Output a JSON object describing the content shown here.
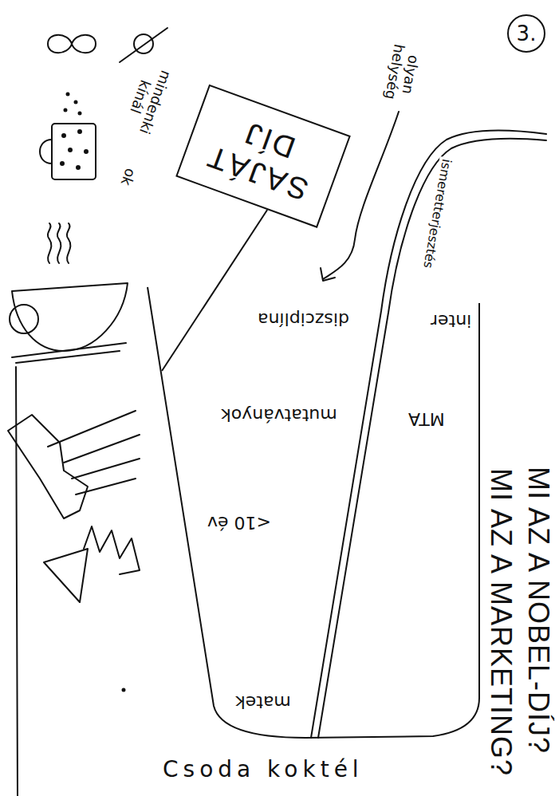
{
  "diagram": {
    "nodes": [
      {
        "text": [
          "3."
        ]
      },
      {
        "text": [
          "SAJÁT DÍJ"
        ]
      },
      {
        "text": [
          "inter",
          "diszciplína",
          "MTA",
          "mutatványok",
          "<10 év",
          "matek"
        ]
      }
    ],
    "edges": [
      {
        "from": 1,
        "to": 2,
        "arrow": "none"
      }
    ],
    "labels": [
      "olyan helység",
      "mindenki kínál",
      "ok",
      "ismeretterjesztés",
      "MI AZ A NOBEL-DÍJ?",
      "MI AZ A MARKETING?",
      "Csoda koktél"
    ]
  }
}
